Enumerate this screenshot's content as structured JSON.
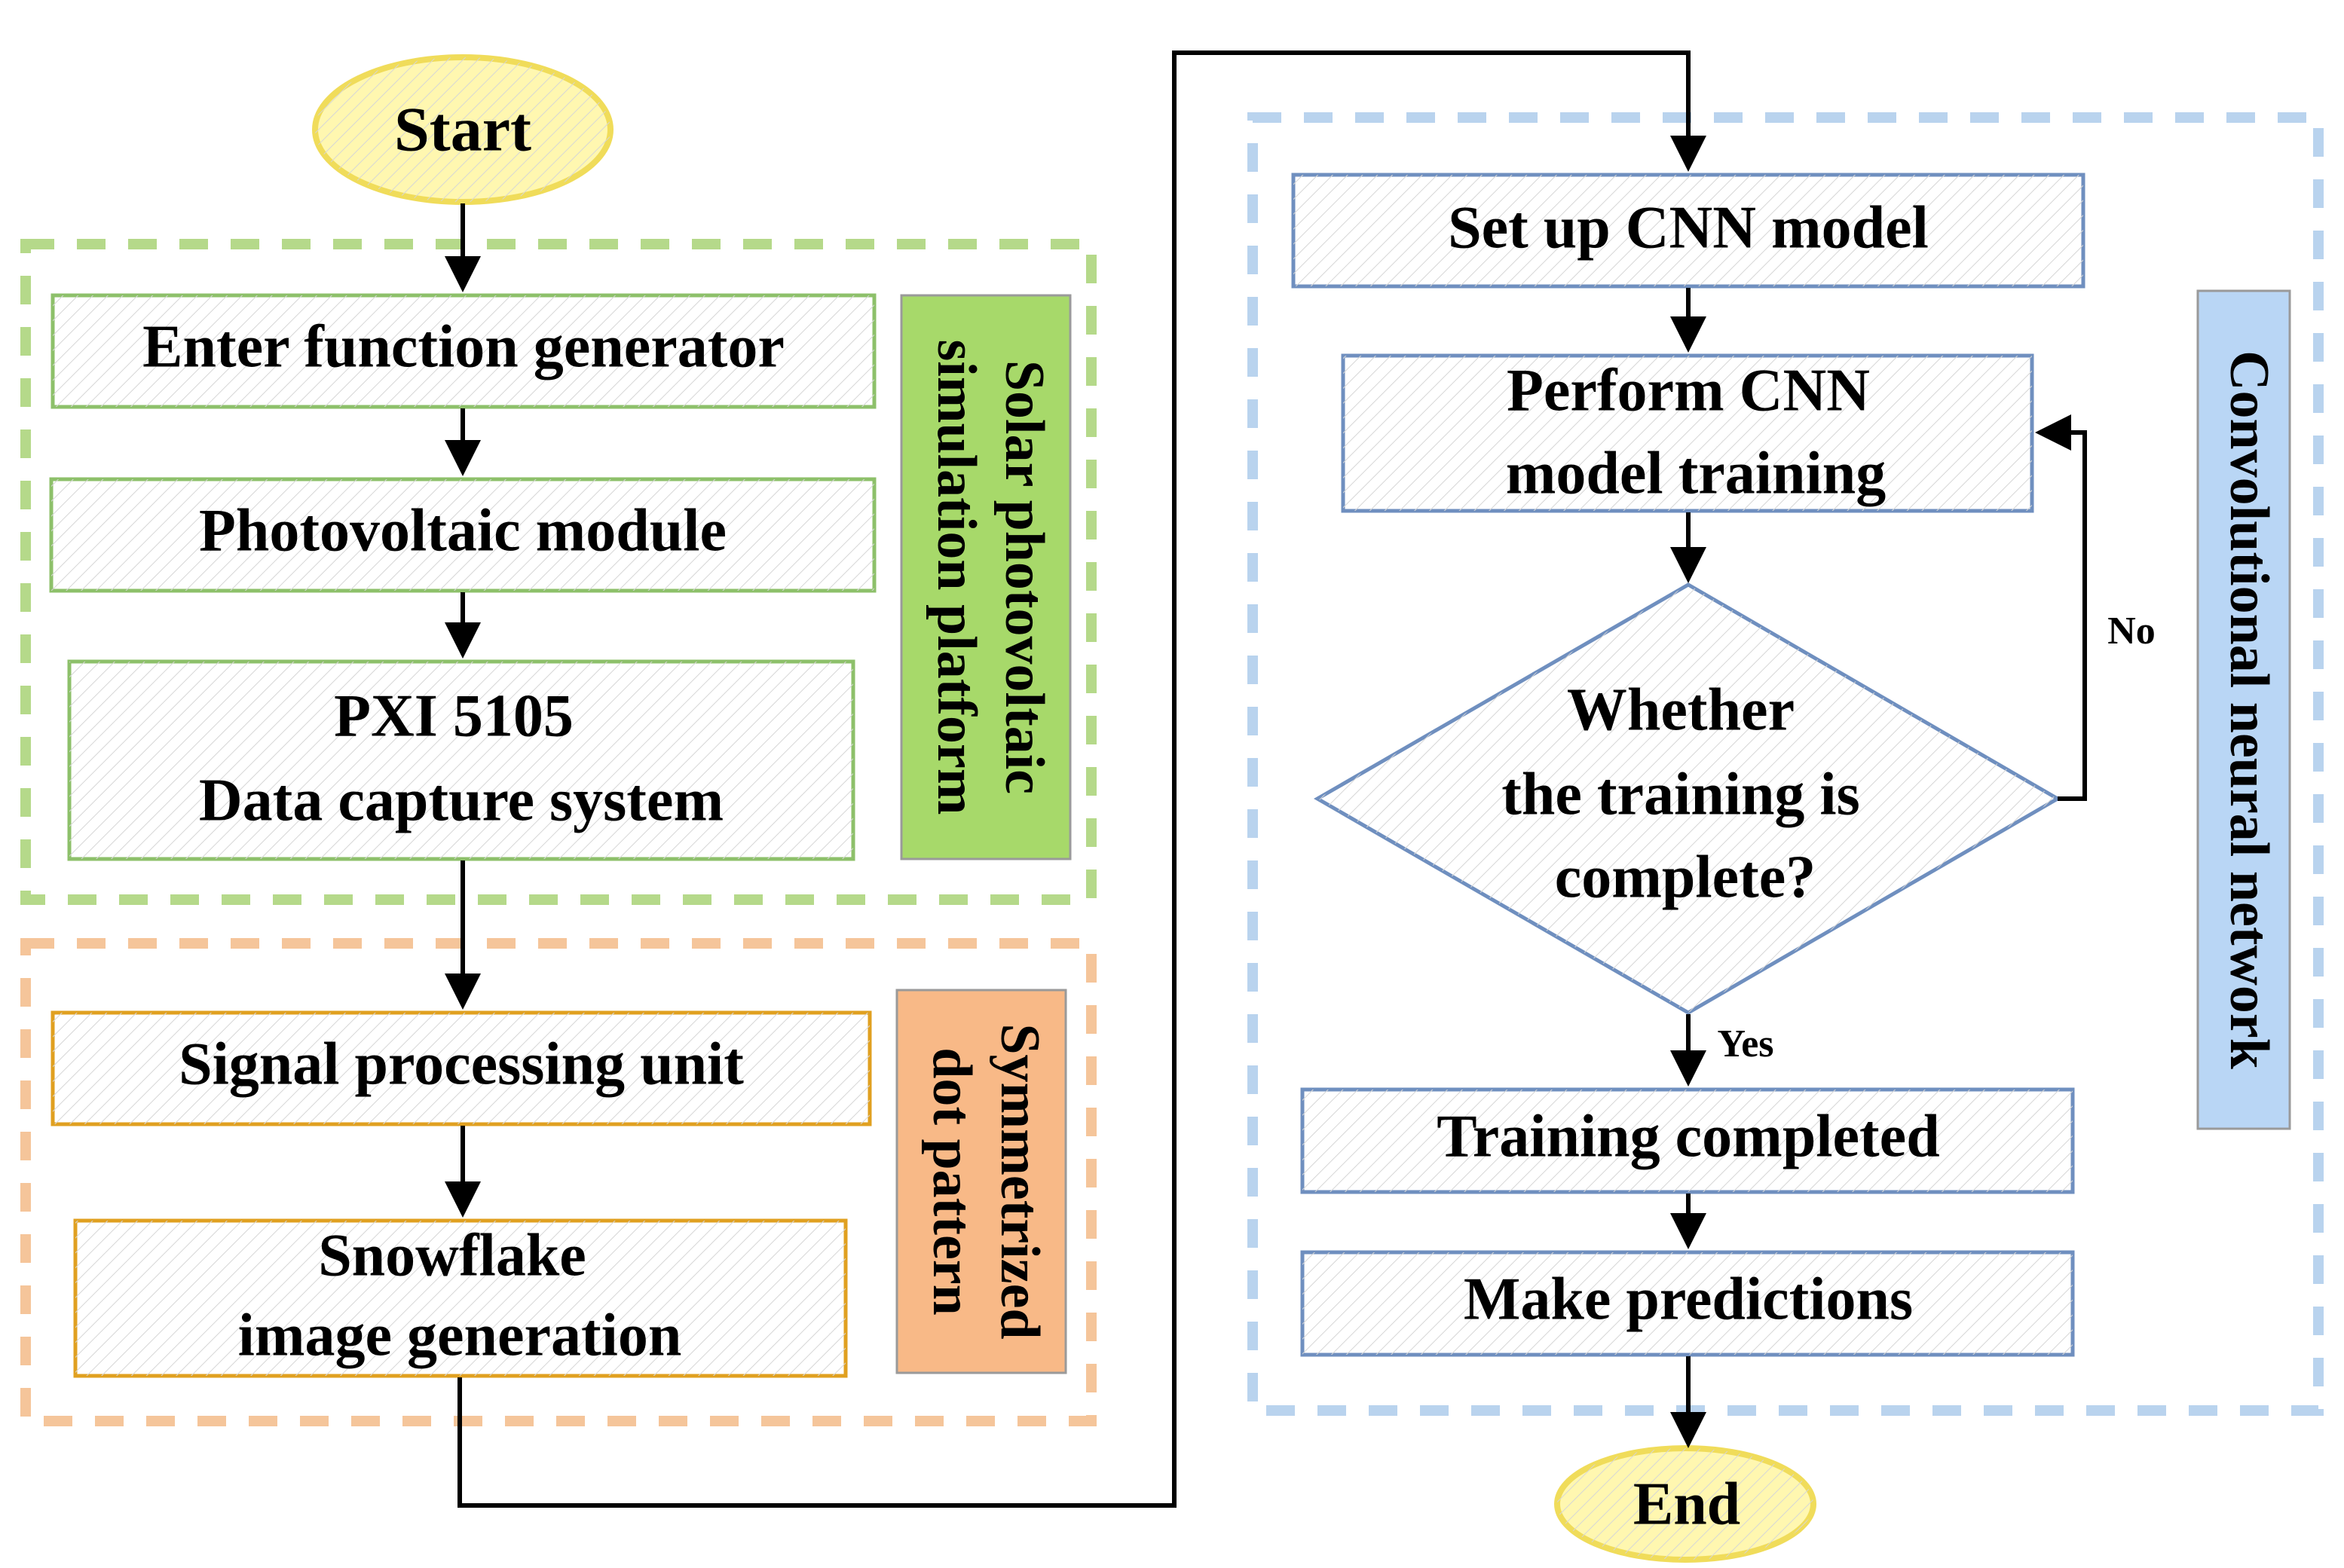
{
  "colors": {
    "green_border": "#8dc06a",
    "green_dash": "#b5d98a",
    "green_label_bg": "#a7d96a",
    "orange_border": "#e0a020",
    "orange_dash": "#f5c59a",
    "orange_label_bg": "#f8b987",
    "blue_border": "#6f8fbf",
    "blue_dash": "#b9d3ee",
    "blue_label_bg": "#b9d6f5",
    "terminal_fill": "#fff7b0",
    "terminal_border": "#f0dc5a",
    "arrow": "#000000"
  },
  "nodes": {
    "start": "Start",
    "enter_function_generator": "Enter function generator",
    "photovoltaic_module": "Photovoltaic module",
    "pxi_line1": "PXI 5105",
    "pxi_line2": "Data capture system",
    "signal_processing_unit": "Signal processing unit",
    "snowflake_line1": "Snowflake",
    "snowflake_line2": "image generation",
    "setup_cnn": "Set up CNN model",
    "perform_line1": "Perform CNN",
    "perform_line2": "model training",
    "decision_line1": "Whether",
    "decision_line2": "the training is",
    "decision_line3": "complete?",
    "training_completed": "Training completed",
    "make_predictions": "Make predictions",
    "end": "End"
  },
  "groups": {
    "solar_line1": "Solar photovoltaic",
    "solar_line2": "simulation platform",
    "symmetrized_line1": "Symmetrized",
    "symmetrized_line2": "dot pattern",
    "cnn_group": "Convolutional neural network"
  },
  "edge_labels": {
    "no": "No",
    "yes": "Yes"
  }
}
